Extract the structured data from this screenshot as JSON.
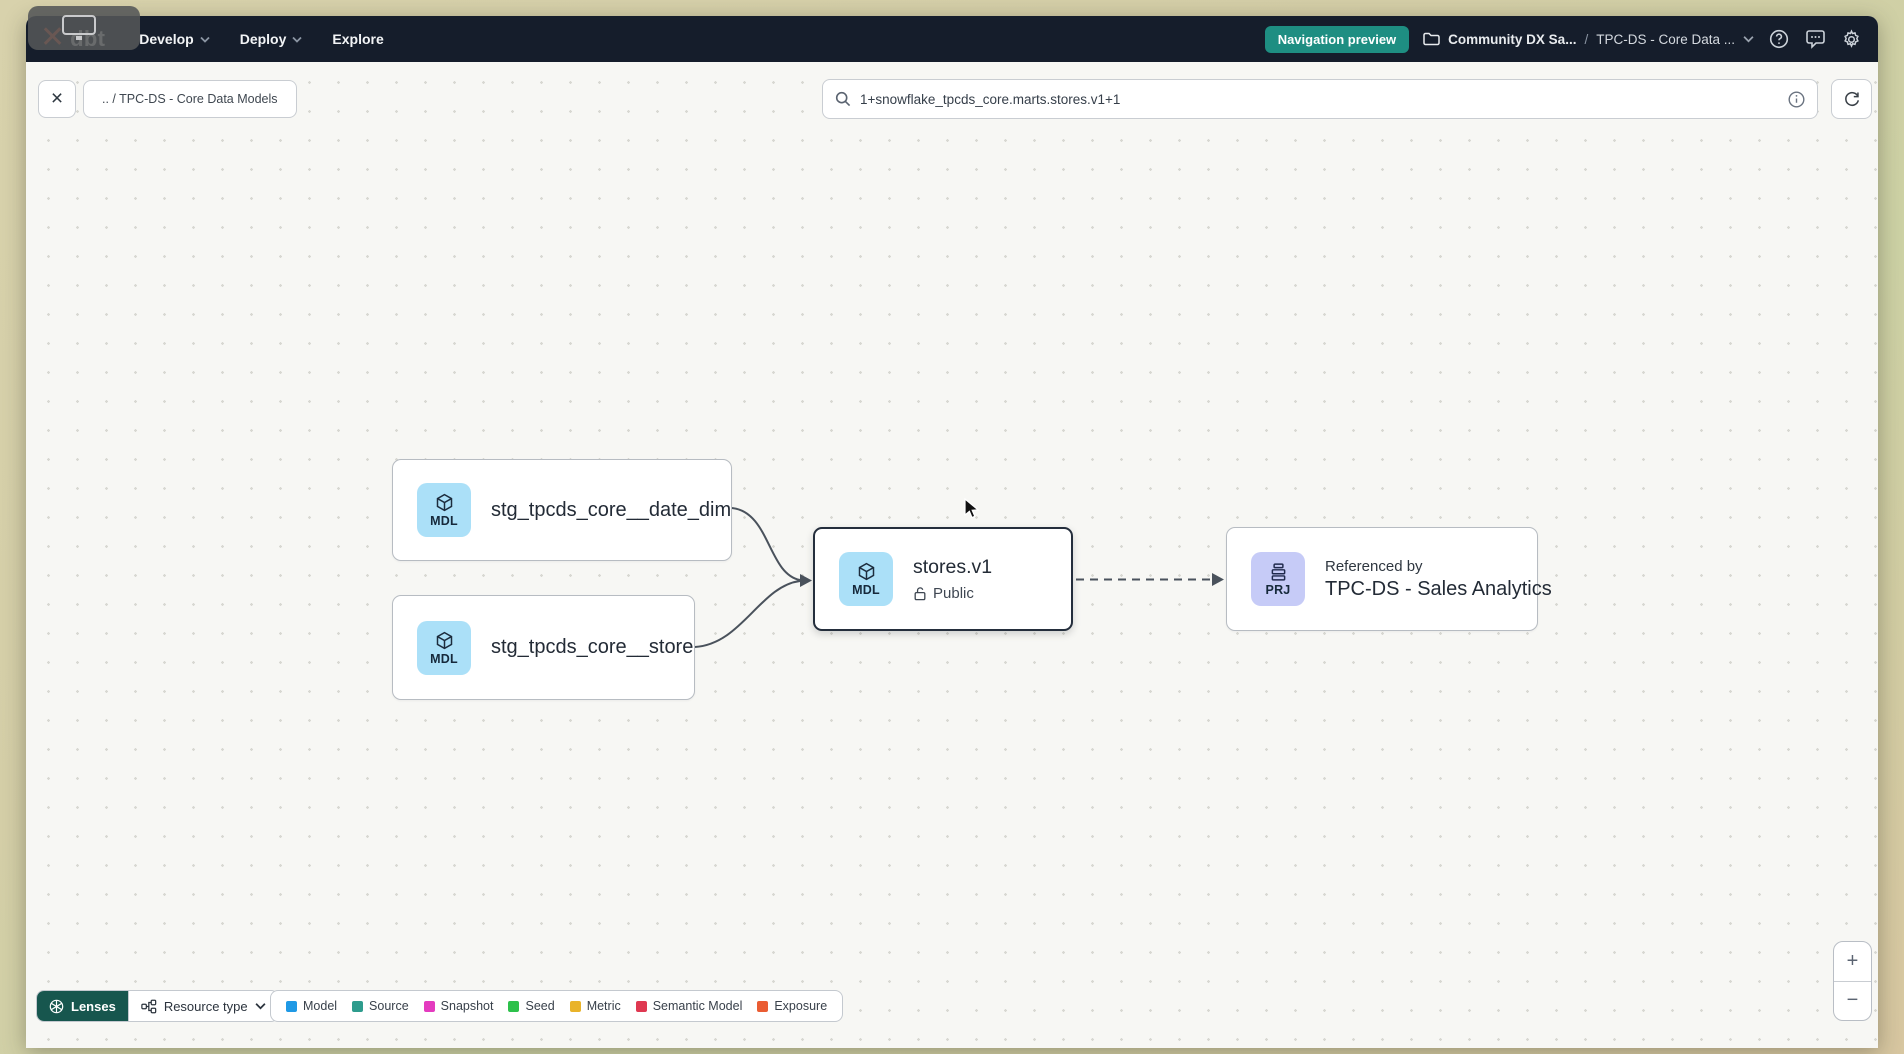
{
  "navbar": {
    "logo_mark": "✕",
    "logo_text": "dbt",
    "menus": [
      {
        "label": "Develop"
      },
      {
        "label": "Deploy"
      },
      {
        "label": "Explore"
      }
    ],
    "preview_badge": "Navigation preview",
    "breadcrumb": {
      "project": "Community DX Sa...",
      "separator": "/",
      "section": "TPC-DS - Core Data ..."
    }
  },
  "toolbar": {
    "close_label": "×",
    "path_chip": ".. / TPC-DS - Core Data Models",
    "search": {
      "value": "1+snowflake_tpcds_core.marts.stores.v1+1"
    }
  },
  "graph": {
    "badge_colors": {
      "model": "#abe0f8",
      "project": "#c6cbf7"
    },
    "nodes": [
      {
        "type": "model",
        "badge": "MDL",
        "label": "stg_tpcds_core__date_dim"
      },
      {
        "type": "model",
        "badge": "MDL",
        "label": "stg_tpcds_core__store"
      },
      {
        "type": "model",
        "badge": "MDL",
        "label": "stores.v1",
        "access": "Public",
        "selected": true
      },
      {
        "type": "project",
        "badge": "PRJ",
        "kicker": "Referenced by",
        "label": "TPC-DS - Sales Analytics"
      }
    ]
  },
  "footer": {
    "lenses_label": "Lenses",
    "resource_type_label": "Resource type",
    "legend": [
      {
        "label": "Model",
        "color": "#1f99e5"
      },
      {
        "label": "Source",
        "color": "#2e9c8d"
      },
      {
        "label": "Snapshot",
        "color": "#e43bbf"
      },
      {
        "label": "Seed",
        "color": "#2dc14b"
      },
      {
        "label": "Metric",
        "color": "#e9b32a"
      },
      {
        "label": "Semantic Model",
        "color": "#df3851"
      },
      {
        "label": "Exposure",
        "color": "#ea5c33"
      }
    ],
    "zoom_in": "+",
    "zoom_out": "−"
  }
}
